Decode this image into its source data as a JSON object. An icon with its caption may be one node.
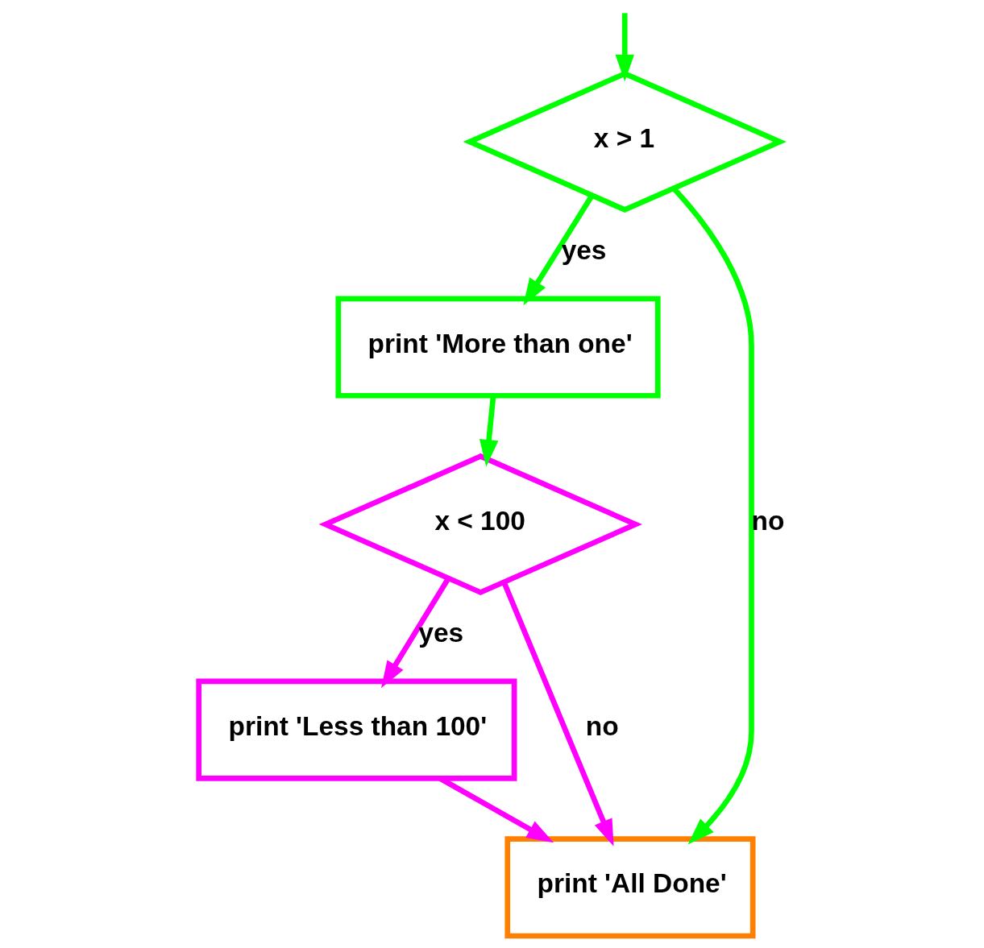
{
  "diagram": {
    "nodes": [
      {
        "text": [
          "x > 1"
        ]
      },
      {
        "text": [
          "print 'More than one'"
        ]
      },
      {
        "text": [
          "x < 100"
        ]
      },
      {
        "text": [
          "print 'Less than 100'"
        ]
      },
      {
        "text": [
          "print 'All Done'"
        ]
      }
    ],
    "edges": [
      {
        "from": null,
        "to": 0,
        "arrow": "to"
      },
      {
        "from": 0,
        "to": 1,
        "arrow": "to",
        "label": "yes"
      },
      {
        "from": 0,
        "to": 4,
        "arrow": "to",
        "label": "no"
      },
      {
        "from": 1,
        "to": 2,
        "arrow": "to"
      },
      {
        "from": 2,
        "to": 3,
        "arrow": "to",
        "label": "yes",
        "color": "#ff00ff"
      },
      {
        "from": 2,
        "to": 4,
        "arrow": "to",
        "label": "no",
        "color": "#ff00ff"
      },
      {
        "from": 3,
        "to": 4,
        "arrow": "to",
        "color": "#ff00ff"
      }
    ]
  }
}
